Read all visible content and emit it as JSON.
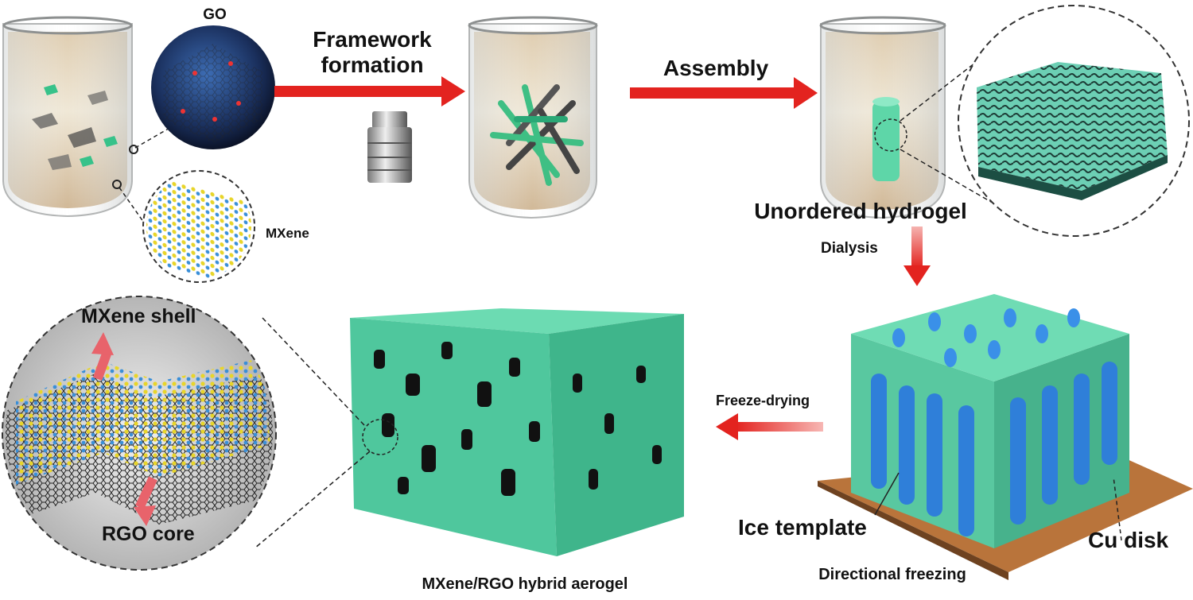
{
  "labels": {
    "go": "GO",
    "mxene": "MXene",
    "framework_formation": "Framework\nformation",
    "assembly": "Assembly",
    "unordered_hydrogel": "Unordered hydrogel",
    "dialysis": "Dialysis",
    "freeze_drying": "Freeze-drying",
    "ice_template": "Ice template",
    "cu_disk": "Cu disk",
    "directional_freezing": "Directional freezing",
    "mxene_shell": "MXene shell",
    "rgo_core": "RGO core",
    "hybrid_aerogel": "MXene/RGO hybrid aerogel"
  },
  "colors": {
    "arrow_red": "#e3231f",
    "mxene_green": "#5ed6b0",
    "ice_blue": "#2f7fd9",
    "go_blue": "#1d3f7c",
    "atom_yellow": "#e8d52a",
    "atom_blue": "#3a8fd8",
    "cu_copper": "#b9743b",
    "liquid_tan": "#d6b98a"
  },
  "icons": [
    "beaker-icon",
    "autoclave-icon",
    "magnifier-circle-icon"
  ]
}
